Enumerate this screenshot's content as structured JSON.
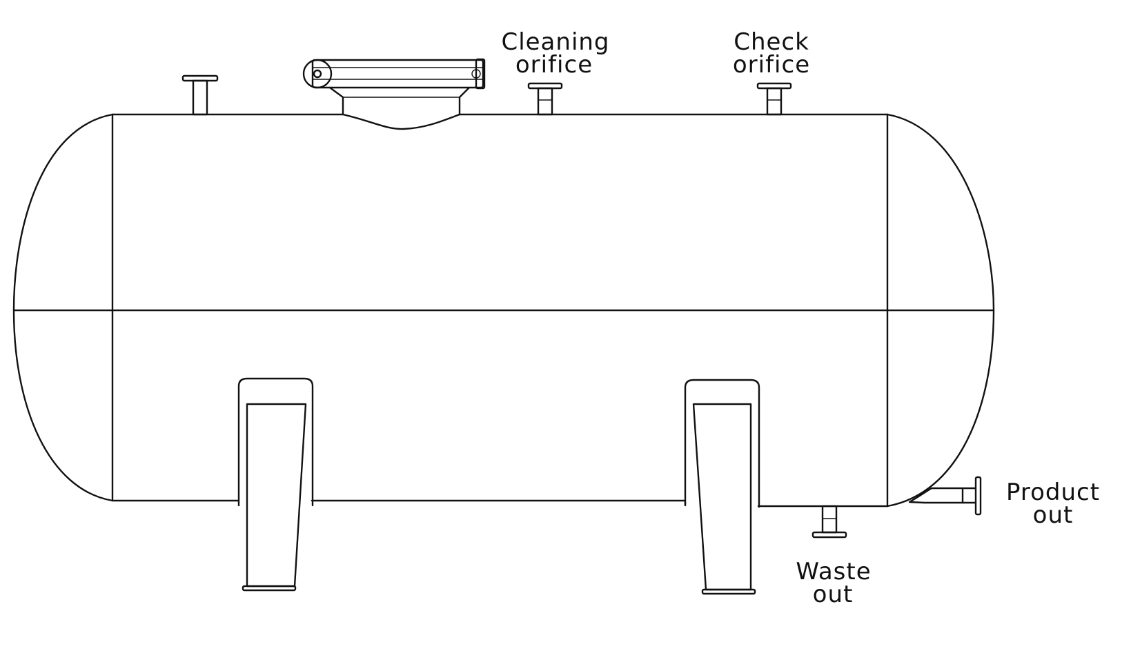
{
  "labels": {
    "cleaning_line1": "Cleaning",
    "cleaning_line2": "orifice",
    "check_line1": "Check",
    "check_line2": "orifice",
    "product_line1": "Product",
    "product_line2": "out",
    "waste_line1": "Waste",
    "waste_line2": "out"
  },
  "colors": {
    "stroke": "#111111",
    "background": "#ffffff"
  }
}
